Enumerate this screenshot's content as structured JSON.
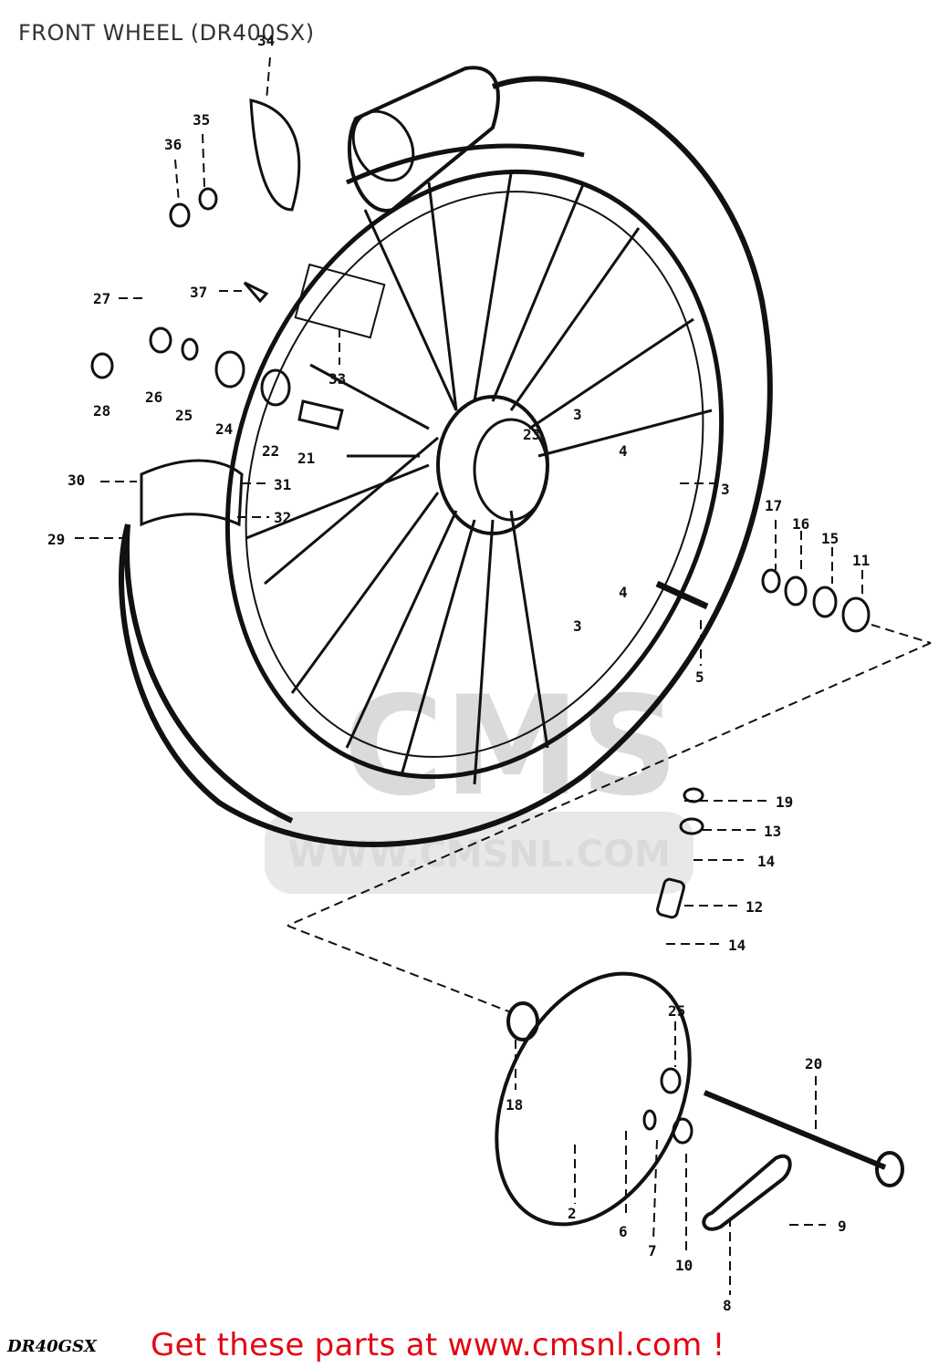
{
  "title": "FRONT WHEEL (DR400SX)",
  "model_code": "DR40GSX",
  "cta_text": "Get these parts at www.cmsnl.com !",
  "watermark": {
    "logo": "CMS",
    "site": "WWW.CMSNL.COM"
  },
  "colors": {
    "cta": "#e30613",
    "ink": "#111111",
    "watermark": "#d6d6d6"
  },
  "part_labels": [
    "2",
    "3",
    "3",
    "3",
    "4",
    "4",
    "5",
    "6",
    "7",
    "8",
    "9",
    "10",
    "11",
    "12",
    "13",
    "14",
    "14",
    "15",
    "16",
    "17",
    "18",
    "19",
    "20",
    "21",
    "22",
    "23",
    "24",
    "25",
    "25",
    "26",
    "27",
    "28",
    "29",
    "30",
    "31",
    "32",
    "33",
    "34",
    "35",
    "36",
    "37"
  ]
}
